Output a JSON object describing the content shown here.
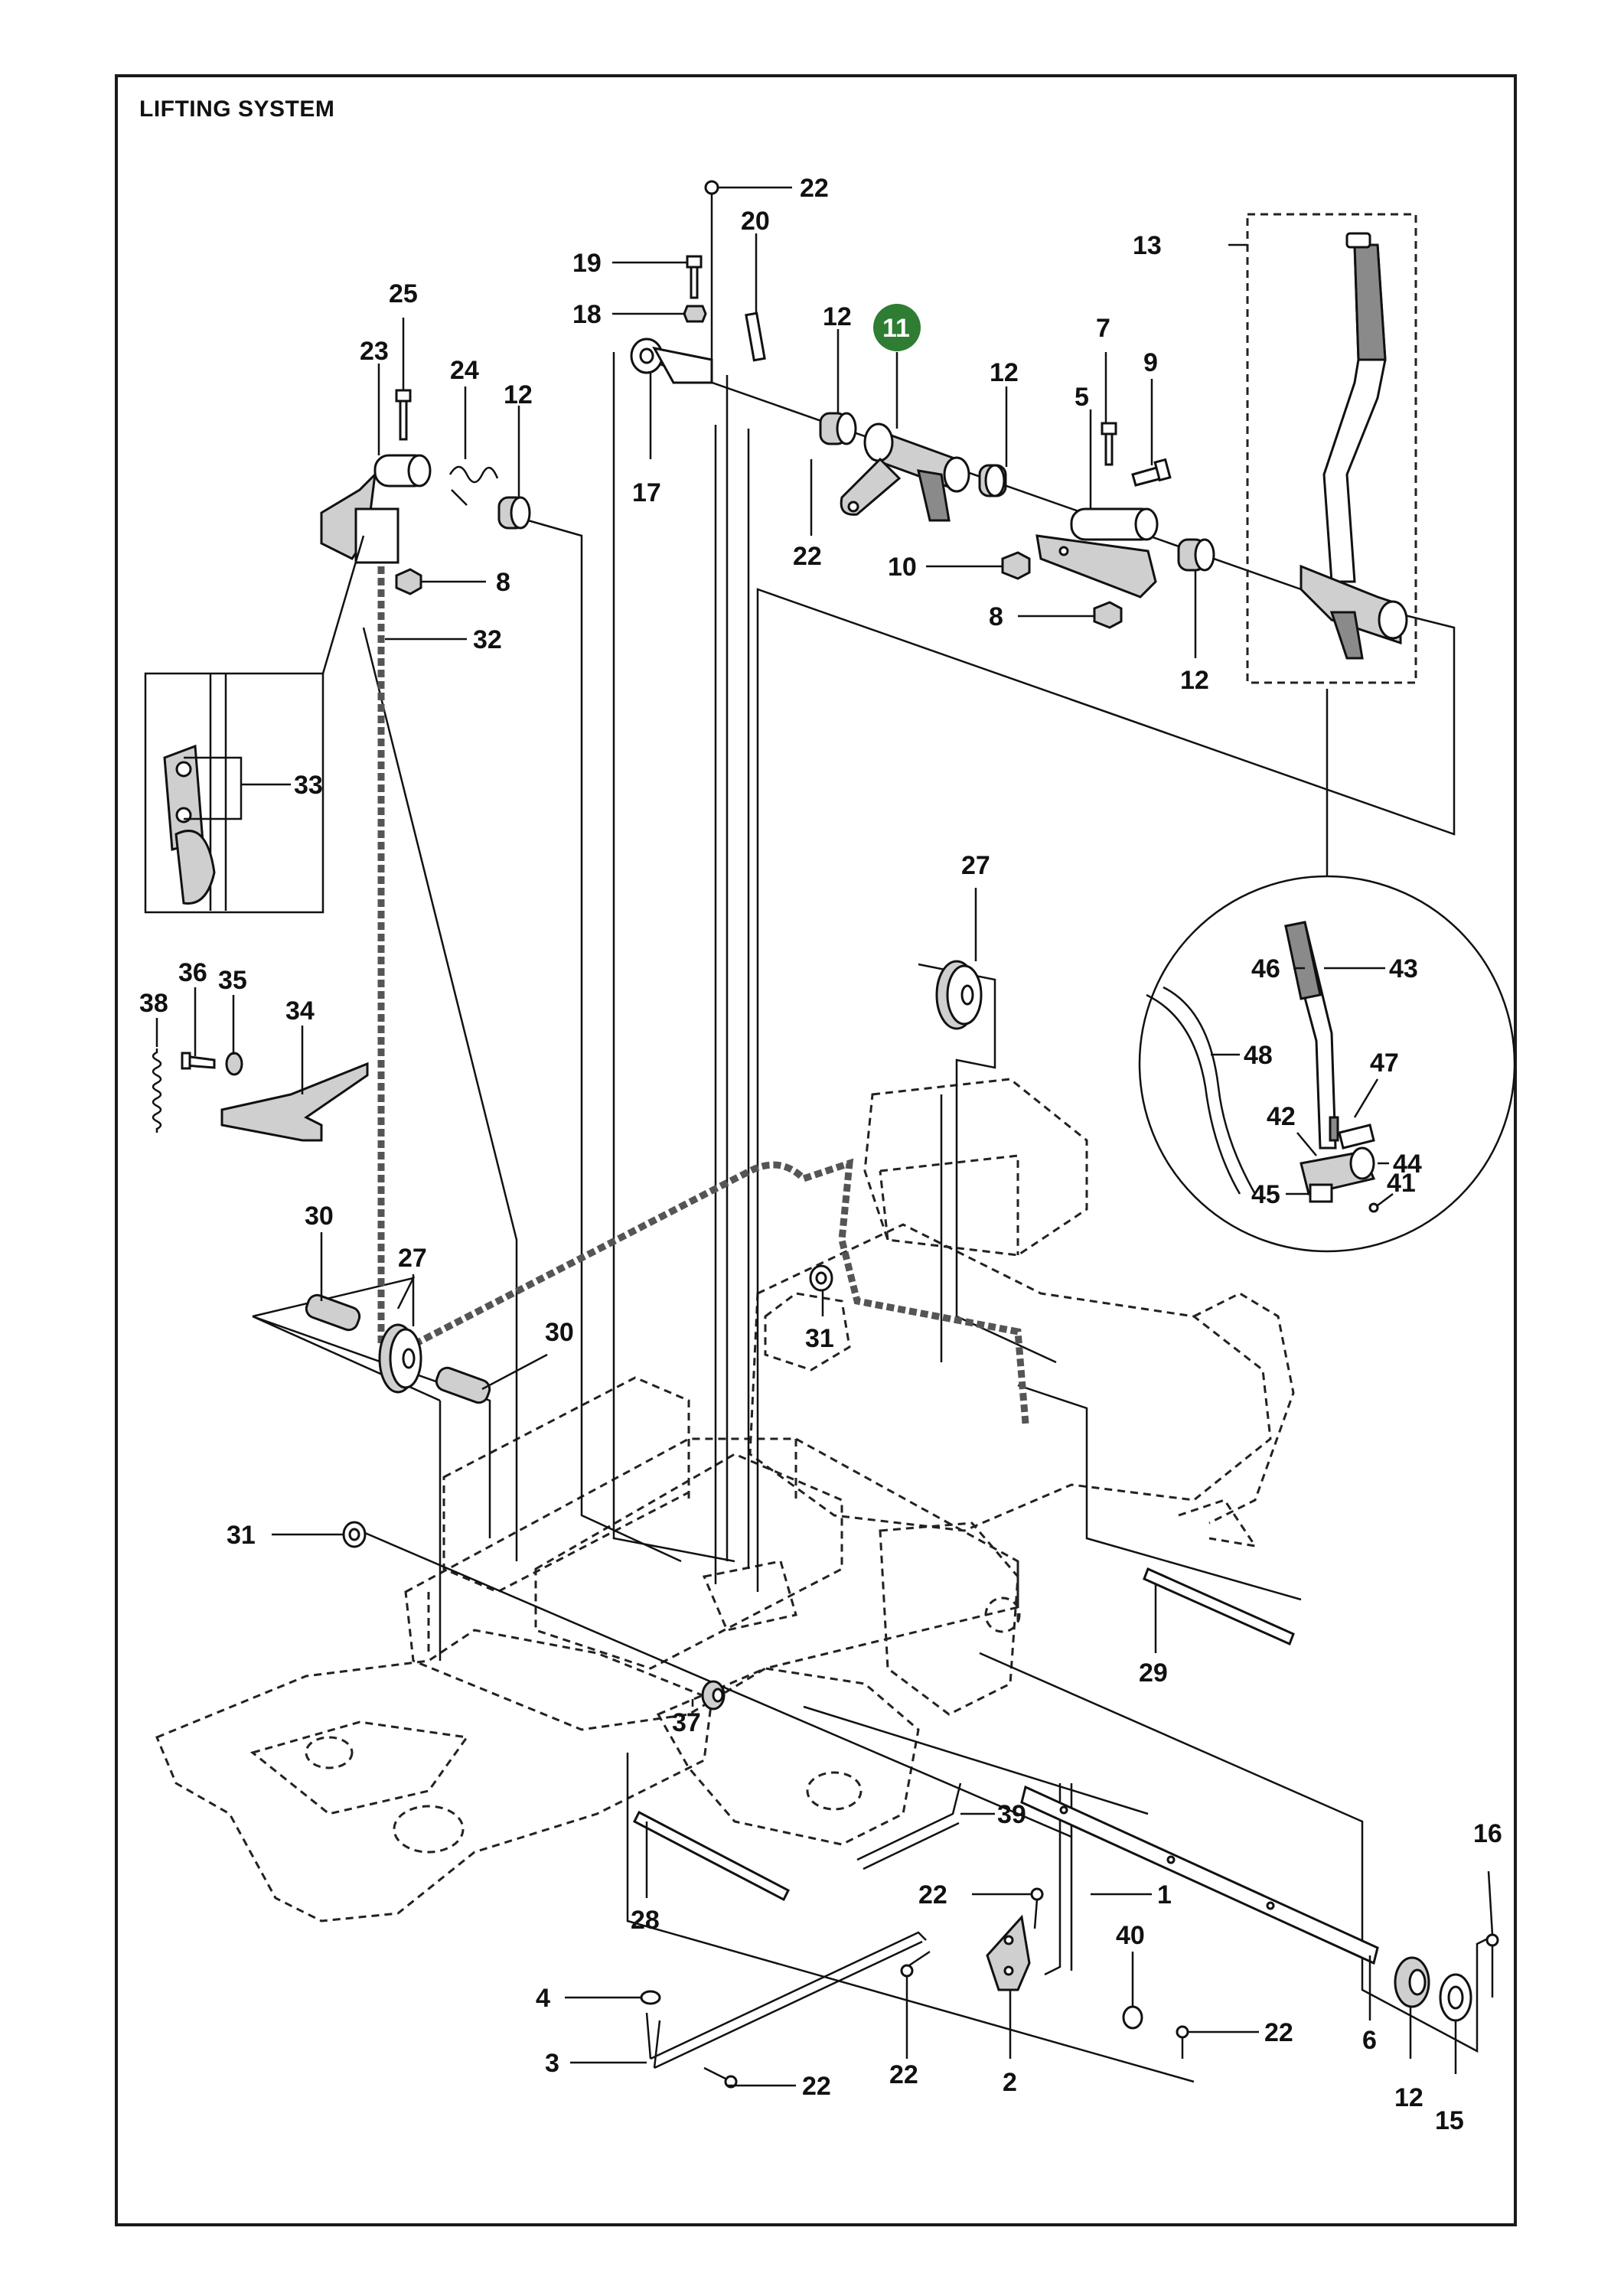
{
  "title": "LIFTING SYSTEM",
  "highlight_color": "#2f7d32",
  "callouts": [
    {
      "id": "c22a",
      "text": "22"
    },
    {
      "id": "c20",
      "text": "20"
    },
    {
      "id": "c19",
      "text": "19"
    },
    {
      "id": "c18",
      "text": "18"
    },
    {
      "id": "c12a",
      "text": "12"
    },
    {
      "id": "c11",
      "text": "11",
      "highlighted": true
    },
    {
      "id": "c13",
      "text": "13"
    },
    {
      "id": "c7",
      "text": "7"
    },
    {
      "id": "c9",
      "text": "9"
    },
    {
      "id": "c12b",
      "text": "12"
    },
    {
      "id": "c5",
      "text": "5"
    },
    {
      "id": "c25",
      "text": "25"
    },
    {
      "id": "c23",
      "text": "23"
    },
    {
      "id": "c24",
      "text": "24"
    },
    {
      "id": "c12c",
      "text": "12"
    },
    {
      "id": "c17",
      "text": "17"
    },
    {
      "id": "c22b",
      "text": "22"
    },
    {
      "id": "c10",
      "text": "10"
    },
    {
      "id": "c8a",
      "text": "8"
    },
    {
      "id": "c8b",
      "text": "8"
    },
    {
      "id": "c12d",
      "text": "12"
    },
    {
      "id": "c32",
      "text": "32"
    },
    {
      "id": "c33",
      "text": "33"
    },
    {
      "id": "c27a",
      "text": "27"
    },
    {
      "id": "c46",
      "text": "46"
    },
    {
      "id": "c43",
      "text": "43"
    },
    {
      "id": "c48",
      "text": "48"
    },
    {
      "id": "c47",
      "text": "47"
    },
    {
      "id": "c42",
      "text": "42"
    },
    {
      "id": "c44",
      "text": "44"
    },
    {
      "id": "c41",
      "text": "41"
    },
    {
      "id": "c45",
      "text": "45"
    },
    {
      "id": "c36",
      "text": "36"
    },
    {
      "id": "c35",
      "text": "35"
    },
    {
      "id": "c38",
      "text": "38"
    },
    {
      "id": "c34",
      "text": "34"
    },
    {
      "id": "c30a",
      "text": "30"
    },
    {
      "id": "c27b",
      "text": "27"
    },
    {
      "id": "c30b",
      "text": "30"
    },
    {
      "id": "c31a",
      "text": "31"
    },
    {
      "id": "c31b",
      "text": "31"
    },
    {
      "id": "c29",
      "text": "29"
    },
    {
      "id": "c37",
      "text": "37"
    },
    {
      "id": "c39",
      "text": "39"
    },
    {
      "id": "c16",
      "text": "16"
    },
    {
      "id": "c22c",
      "text": "22"
    },
    {
      "id": "c1",
      "text": "1"
    },
    {
      "id": "c28",
      "text": "28"
    },
    {
      "id": "c40",
      "text": "40"
    },
    {
      "id": "c4",
      "text": "4"
    },
    {
      "id": "c22d",
      "text": "22"
    },
    {
      "id": "c3",
      "text": "3"
    },
    {
      "id": "c22e",
      "text": "22"
    },
    {
      "id": "c22f",
      "text": "22"
    },
    {
      "id": "c2",
      "text": "2"
    },
    {
      "id": "c6",
      "text": "6"
    },
    {
      "id": "c12e",
      "text": "12"
    },
    {
      "id": "c15",
      "text": "15"
    }
  ]
}
